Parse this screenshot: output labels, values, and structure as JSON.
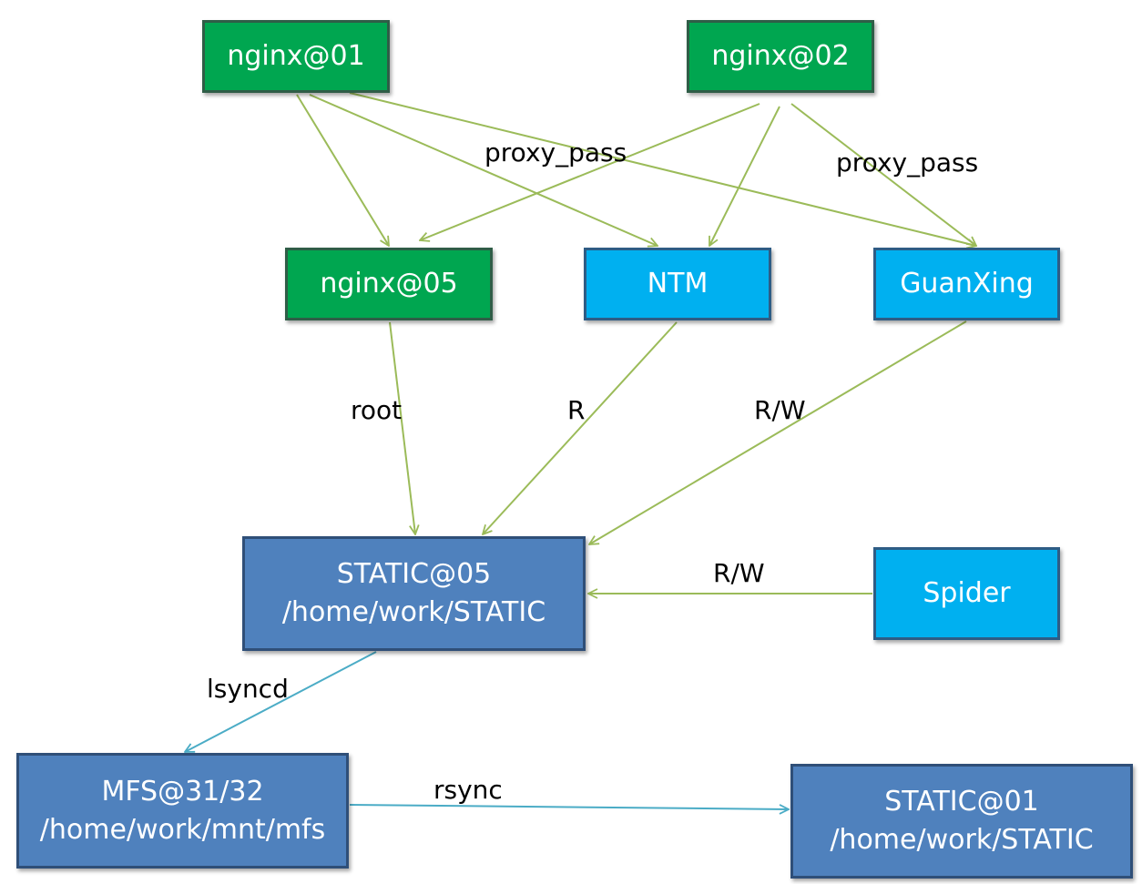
{
  "nodes": {
    "nginx01": {
      "line1": "nginx@01"
    },
    "nginx02": {
      "line1": "nginx@02"
    },
    "nginx05": {
      "line1": "nginx@05"
    },
    "ntm": {
      "line1": "NTM"
    },
    "guanxing": {
      "line1": "GuanXing"
    },
    "static05": {
      "line1": "STATIC@05",
      "line2": "/home/work/STATIC"
    },
    "spider": {
      "line1": "Spider"
    },
    "mfs": {
      "line1": "MFS@31/32",
      "line2": "/home/work/mnt/mfs"
    },
    "static01": {
      "line1": "STATIC@01",
      "line2": "/home/work/STATIC"
    }
  },
  "edge_labels": {
    "proxy_pass_left": "proxy_pass",
    "proxy_pass_right": "proxy_pass",
    "root": "root",
    "r": "R",
    "rw_guanxing": "R/W",
    "rw_spider": "R/W",
    "lsyncd": "lsyncd",
    "rsync": "rsync"
  },
  "edges": [
    {
      "from": "nginx@01",
      "to": "nginx@05"
    },
    {
      "from": "nginx@01",
      "to": "NTM"
    },
    {
      "from": "nginx@01",
      "to": "GuanXing",
      "label": "proxy_pass"
    },
    {
      "from": "nginx@02",
      "to": "nginx@05"
    },
    {
      "from": "nginx@02",
      "to": "NTM"
    },
    {
      "from": "nginx@02",
      "to": "GuanXing",
      "label": "proxy_pass"
    },
    {
      "from": "nginx@05",
      "to": "STATIC@05",
      "label": "root"
    },
    {
      "from": "NTM",
      "to": "STATIC@05",
      "label": "R"
    },
    {
      "from": "GuanXing",
      "to": "STATIC@05",
      "label": "R/W"
    },
    {
      "from": "Spider",
      "to": "STATIC@05",
      "label": "R/W"
    },
    {
      "from": "STATIC@05",
      "to": "MFS@31/32",
      "label": "lsyncd"
    },
    {
      "from": "MFS@31/32",
      "to": "STATIC@01",
      "label": "rsync"
    }
  ],
  "colors": {
    "server_green": "#00a650",
    "service_cyan": "#00b0f0",
    "storage_blue": "#4f81bd",
    "access_edge": "#9bbb59",
    "sync_edge": "#4bacc6"
  }
}
